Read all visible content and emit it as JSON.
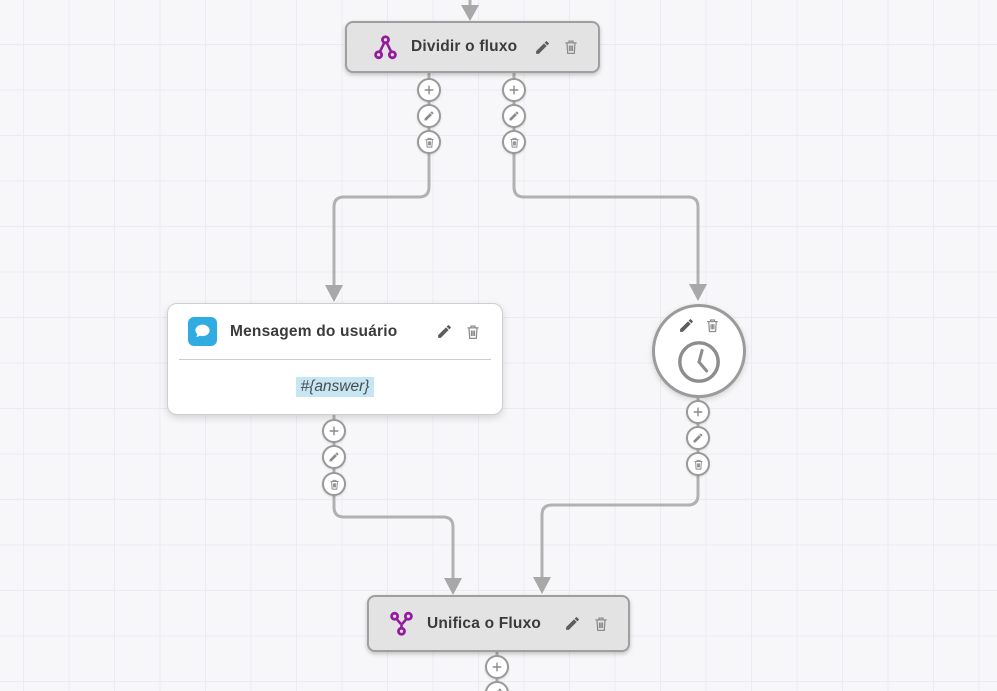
{
  "canvas": {
    "background": "#f7f7f9",
    "grid_line_color": "#e9ecf3"
  },
  "palette": {
    "node_fill": "#e3e3e3",
    "node_border": "#9f9f9f",
    "connector_grey": "#b1b1b1",
    "split_merge_purple": "#941b9c",
    "message_blue": "#30ace3",
    "variable_highlight": "#c7e6f4",
    "label_text": "#3b3b3b"
  },
  "icons": {
    "split_node": "split-flow-icon",
    "merge_node": "merge-flow-icon",
    "message_node": "chat-bubble-icon",
    "timer_node": "clock-icon",
    "edit": "pencil-icon",
    "delete": "trash-icon",
    "add": "plus-icon",
    "connector": "arrow-down"
  },
  "nodes": {
    "split": {
      "label": "Dividir o fluxo"
    },
    "user_message": {
      "label": "Mensagem do usuário",
      "body_variable": "#{answer}"
    },
    "timer": {
      "label": ""
    },
    "merge": {
      "label": "Unifica o Fluxo"
    }
  }
}
